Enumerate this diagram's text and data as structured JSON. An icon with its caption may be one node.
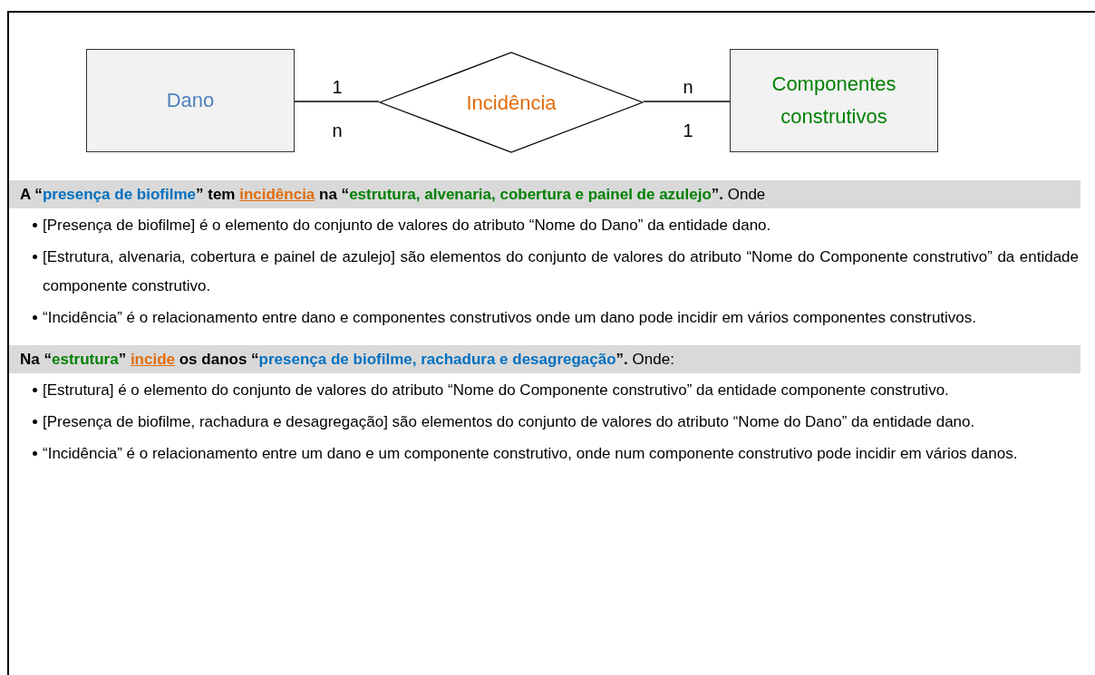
{
  "diagram": {
    "nodes": [
      {
        "text": [
          "Dano"
        ]
      },
      {
        "text": [
          "Incidência"
        ]
      },
      {
        "text": [
          "Componentes construtivos"
        ]
      }
    ],
    "edges": [
      {
        "from": 0,
        "to": 1,
        "arrow": "none"
      },
      {
        "from": 1,
        "to": 2,
        "arrow": "none"
      }
    ],
    "labels": [
      "1",
      "n",
      "n",
      "1",
      "**A “presença de biofilme” tem *incidência* na “estrutura, alvenaria, cobertura e painel de azulejo”.** Onde",
      "[Presença de biofilme] é o elemento do conjunto de valores do atributo “Nome do Dano” da entidade dano.",
      "[Estrutura, alvenaria, cobertura e painel de azulejo] são elementos do conjunto de valores do atributo “Nome do Componente construtivo” da entidade componente construtivo.",
      "“Incidência” é o relacionamento entre dano e componentes construtivos onde um dano pode incidir em vários componentes construtivos.",
      "**Na “estrutura” *incide* os danos “presença de biofilme, rachadura e desagregação”.** Onde:",
      "[Estrutura] é o elemento do conjunto de valores do atributo “Nome do Componente construtivo” da entidade componente construtivo.",
      "[Presença de biofilme, rachadura e desagregação] são elementos do conjunto de valores do atributo “Nome do Dano” da entidade dano.",
      "“Incidência” é o relacionamento entre um dano e um componente construtivo, onde num componente construtivo pode incidir em vários danos."
    ]
  }
}
